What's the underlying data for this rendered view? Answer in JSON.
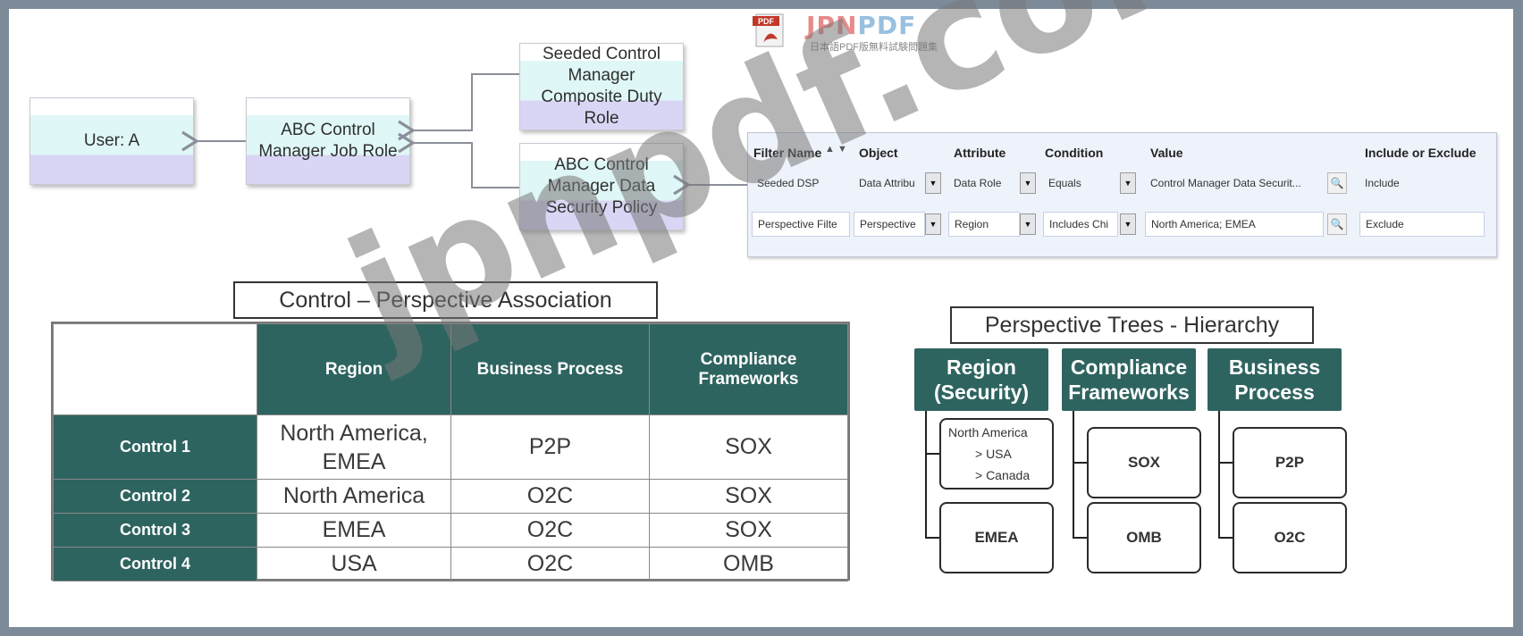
{
  "logo": {
    "pdf_tag": "PDF",
    "brand_a": "JPN",
    "brand_b": "PDF",
    "subtitle": "日本語PDF版無料試験問題集"
  },
  "roles": {
    "user": "User: A",
    "job_role": "ABC Control Manager Job Role",
    "duty_role": "Seeded Control Manager Composite Duty Role",
    "policy": "ABC Control Manager Data Security Policy"
  },
  "filter_table": {
    "headers": [
      "Filter Name",
      "Object",
      "Attribute",
      "Condition",
      "Value",
      "Include or Exclude"
    ],
    "rows": [
      [
        "Seeded DSP",
        "Data Attribu",
        "Data Role",
        "Equals",
        "Control Manager Data Securit...",
        "Include"
      ],
      [
        "Perspective Filte",
        "Perspective",
        "Region",
        "Includes Chi",
        "North America; EMEA",
        "Exclude"
      ]
    ]
  },
  "association": {
    "title": "Control – Perspective Association",
    "headers": [
      "Region",
      "Business Process",
      "Compliance Frameworks"
    ],
    "rows": [
      {
        "control": "Control 1",
        "region": "North America, EMEA",
        "process": "P2P",
        "framework": "SOX"
      },
      {
        "control": "Control 2",
        "region": "North America",
        "process": "O2C",
        "framework": "SOX"
      },
      {
        "control": "Control 3",
        "region": "EMEA",
        "process": "O2C",
        "framework": "SOX"
      },
      {
        "control": "Control 4",
        "region": "USA",
        "process": "O2C",
        "framework": "OMB"
      }
    ]
  },
  "trees": {
    "title": "Perspective Trees - Hierarchy",
    "region": {
      "head": "Region (Security)",
      "node1": [
        "North America",
        "> USA",
        "> Canada"
      ],
      "node2": "EMEA"
    },
    "compliance": {
      "head": "Compliance Frameworks",
      "node1": "SOX",
      "node2": "OMB"
    },
    "process": {
      "head": "Business Process",
      "node1": "P2P",
      "node2": "O2C"
    }
  },
  "watermark": "jpnpdf.com",
  "colors": {
    "teal": "#2e6460",
    "frame": "#7d8b99"
  }
}
